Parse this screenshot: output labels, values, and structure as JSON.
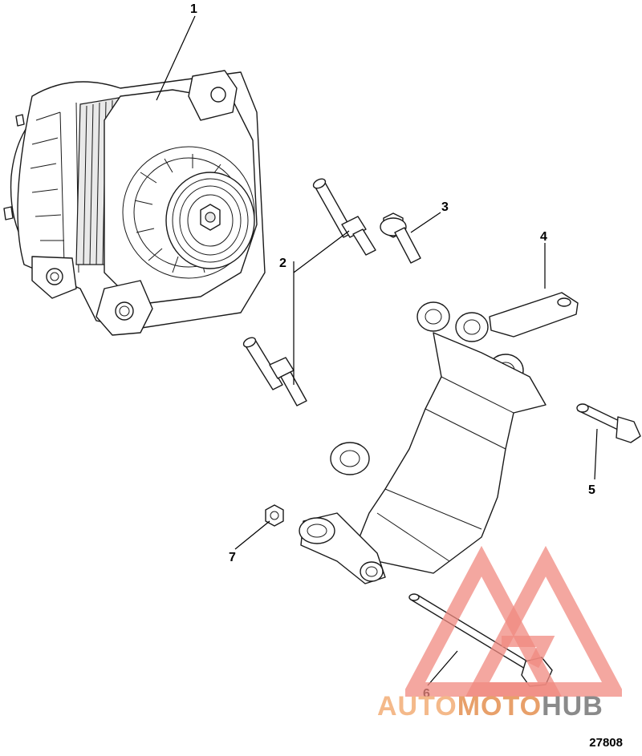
{
  "callouts": [
    {
      "id": "1",
      "label": "1"
    },
    {
      "id": "2",
      "label": "2"
    },
    {
      "id": "3",
      "label": "3"
    },
    {
      "id": "4",
      "label": "4"
    },
    {
      "id": "5",
      "label": "5"
    },
    {
      "id": "6",
      "label": "6"
    },
    {
      "id": "7",
      "label": "7"
    }
  ],
  "figure_number": "27808",
  "watermark": {
    "part1": "AUTO",
    "part2": "MOTO",
    "part3": "HUB",
    "color_primary": "#f4b98a",
    "color_secondary": "#e8a06a",
    "color_tertiary": "#8a8a8a",
    "logo_color": "#f08a80"
  }
}
